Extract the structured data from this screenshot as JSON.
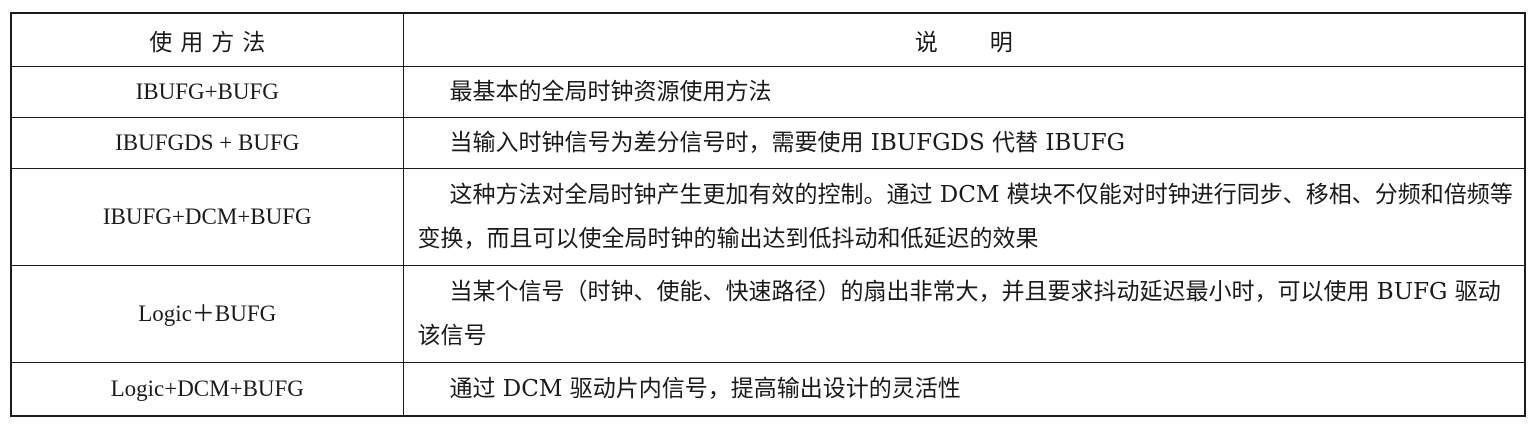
{
  "table": {
    "headers": {
      "method": [
        "使",
        "用",
        "方",
        "法"
      ],
      "description": [
        "说",
        "明"
      ]
    },
    "rows": [
      {
        "method": "IBUFG+BUFG",
        "description": "最基本的全局时钟资源使用方法"
      },
      {
        "method": "IBUFGDS + BUFG",
        "description": "当输入时钟信号为差分信号时，需要使用 IBUFGDS 代替 IBUFG"
      },
      {
        "method": "IBUFG+DCM+BUFG",
        "description": "这种方法对全局时钟产生更加有效的控制。通过 DCM 模块不仅能对时钟进行同步、移相、分频和倍频等变换，而且可以使全局时钟的输出达到低抖动和低延迟的效果"
      },
      {
        "method": "Logic＋BUFG",
        "description": "当某个信号（时钟、使能、快速路径）的扇出非常大，并且要求抖动延迟最小时，可以使用 BUFG 驱动该信号"
      },
      {
        "method": "Logic+DCM+BUFG",
        "description": "通过 DCM 驱动片内信号，提高输出设计的灵活性"
      }
    ]
  }
}
